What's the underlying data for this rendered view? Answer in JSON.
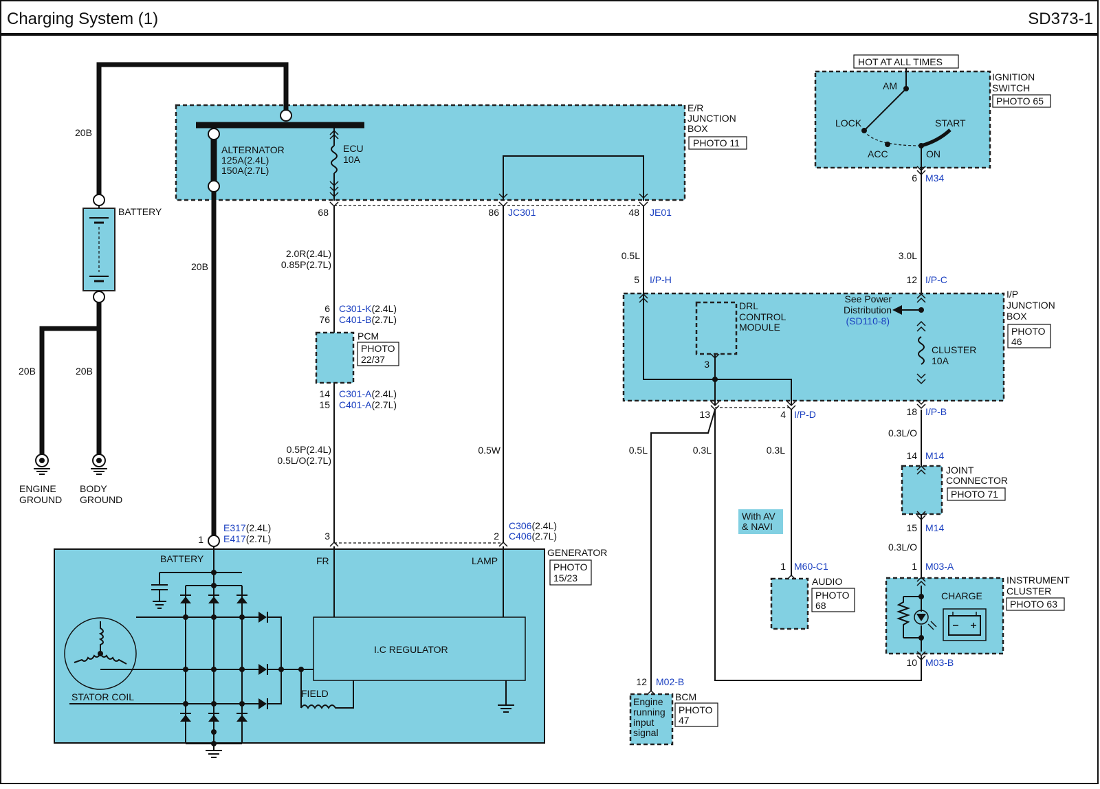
{
  "header": {
    "title": "Charging System (1)",
    "code": "SD373-1"
  },
  "er_junction_box": {
    "name_lines": [
      "E/R",
      "JUNCTION",
      "BOX"
    ],
    "photo": "PHOTO 11",
    "alternator_fuse": [
      "ALTERNATOR",
      "125A(2.4L)",
      "150A(2.7L)"
    ],
    "ecu_fuse": [
      "ECU",
      "10A"
    ]
  },
  "battery": {
    "label": "BATTERY",
    "wire_top": "20B",
    "wire_mid": "20B",
    "wire_left": "20B",
    "wire_right": "20B"
  },
  "grounds": {
    "engine": [
      "ENGINE",
      "GROUND"
    ],
    "body": [
      "BODY",
      "GROUND"
    ]
  },
  "pins": {
    "p68": "68",
    "p86": "86",
    "jc301": "JC301",
    "p48": "48",
    "je01": "JE01",
    "w_2_0r": "2.0R(2.4L)",
    "w_085p": "0.85P(2.7L)",
    "p6": "6",
    "p76": "76",
    "c301k": "C301-K",
    "c301k_s": "(2.4L)",
    "c401b": "C401-B",
    "c401b_s": "(2.7L)",
    "p14": "14",
    "p15": "15",
    "c301a": "C301-A",
    "c301a_s": "(2.4L)",
    "c401a": "C401-A",
    "c401a_s": "(2.7L)",
    "w_05p": "0.5P(2.4L)",
    "w_05lo": "0.5L/O(2.7L)",
    "w_05w": "0.5W",
    "p1": "1",
    "e317": "E317",
    "e317_s": "(2.4L)",
    "e417": "E417",
    "e417_s": "(2.7L)",
    "p3": "3",
    "p2": "2",
    "c306": "C306",
    "c306_s": "(2.4L)",
    "c406": "C406",
    "c406_s": "(2.7L)"
  },
  "pcm": {
    "label": "PCM",
    "photo": [
      "PHOTO",
      "22/37"
    ]
  },
  "generator": {
    "label": "GENERATOR",
    "photo": [
      "PHOTO",
      "15/23"
    ],
    "battery": "BATTERY",
    "fr": "FR",
    "lamp": "LAMP",
    "regulator": "I.C REGULATOR",
    "field": "FIELD",
    "stator": "STATOR COIL"
  },
  "ignition": {
    "hot": "HOT AT ALL TIMES",
    "name_lines": [
      "IGNITION",
      "SWITCH"
    ],
    "photo": "PHOTO 65",
    "am": "AM",
    "lock": "LOCK",
    "start": "START",
    "acc": "ACC",
    "on": "ON",
    "pin": "6",
    "conn": "M34",
    "wire": "3.0L"
  },
  "ip_junction_box": {
    "name_lines": [
      "I/P",
      "JUNCTION",
      "BOX"
    ],
    "photo": [
      "PHOTO",
      "46"
    ],
    "drl": [
      "DRL",
      "CONTROL",
      "MODULE"
    ],
    "drl_pin": "3",
    "see_power": [
      "See Power",
      "Distribution"
    ],
    "see_ref": "(SD110-8)",
    "cluster_fuse": [
      "CLUSTER",
      "10A"
    ],
    "p5": "5",
    "iph": "I/P-H",
    "w_05l_top": "0.5L",
    "p12": "12",
    "ipc": "I/P-C",
    "p13": "13",
    "p4": "4",
    "ipd": "I/P-D",
    "p18": "18",
    "ipb": "I/P-B"
  },
  "lower": {
    "w_05l": "0.5L",
    "w_03l_a": "0.3L",
    "w_03l_b": "0.3L",
    "w_03lo_a": "0.3L/O",
    "w_03lo_b": "0.3L/O",
    "with_av": [
      "With AV",
      "& NAVI"
    ],
    "p14b": "14",
    "m14a": "M14",
    "joint": [
      "JOINT",
      "CONNECTOR"
    ],
    "joint_photo": "PHOTO 71",
    "p15b": "15",
    "m14b": "M14",
    "p1b": "1",
    "m03a": "M03-A",
    "inst": [
      "INSTRUMENT",
      "CLUSTER"
    ],
    "inst_photo": "PHOTO 63",
    "charge": "CHARGE",
    "p10": "10",
    "m03b": "M03-B",
    "p1c": "1",
    "m60": "M60-C1",
    "audio": "AUDIO",
    "audio_photo": [
      "PHOTO",
      "68"
    ],
    "p12b": "12",
    "m02b": "M02-B",
    "bcm": "BCM",
    "bcm_photo": [
      "PHOTO",
      "47"
    ],
    "bcm_signal": [
      "Engine",
      "running",
      "input",
      "signal"
    ]
  }
}
